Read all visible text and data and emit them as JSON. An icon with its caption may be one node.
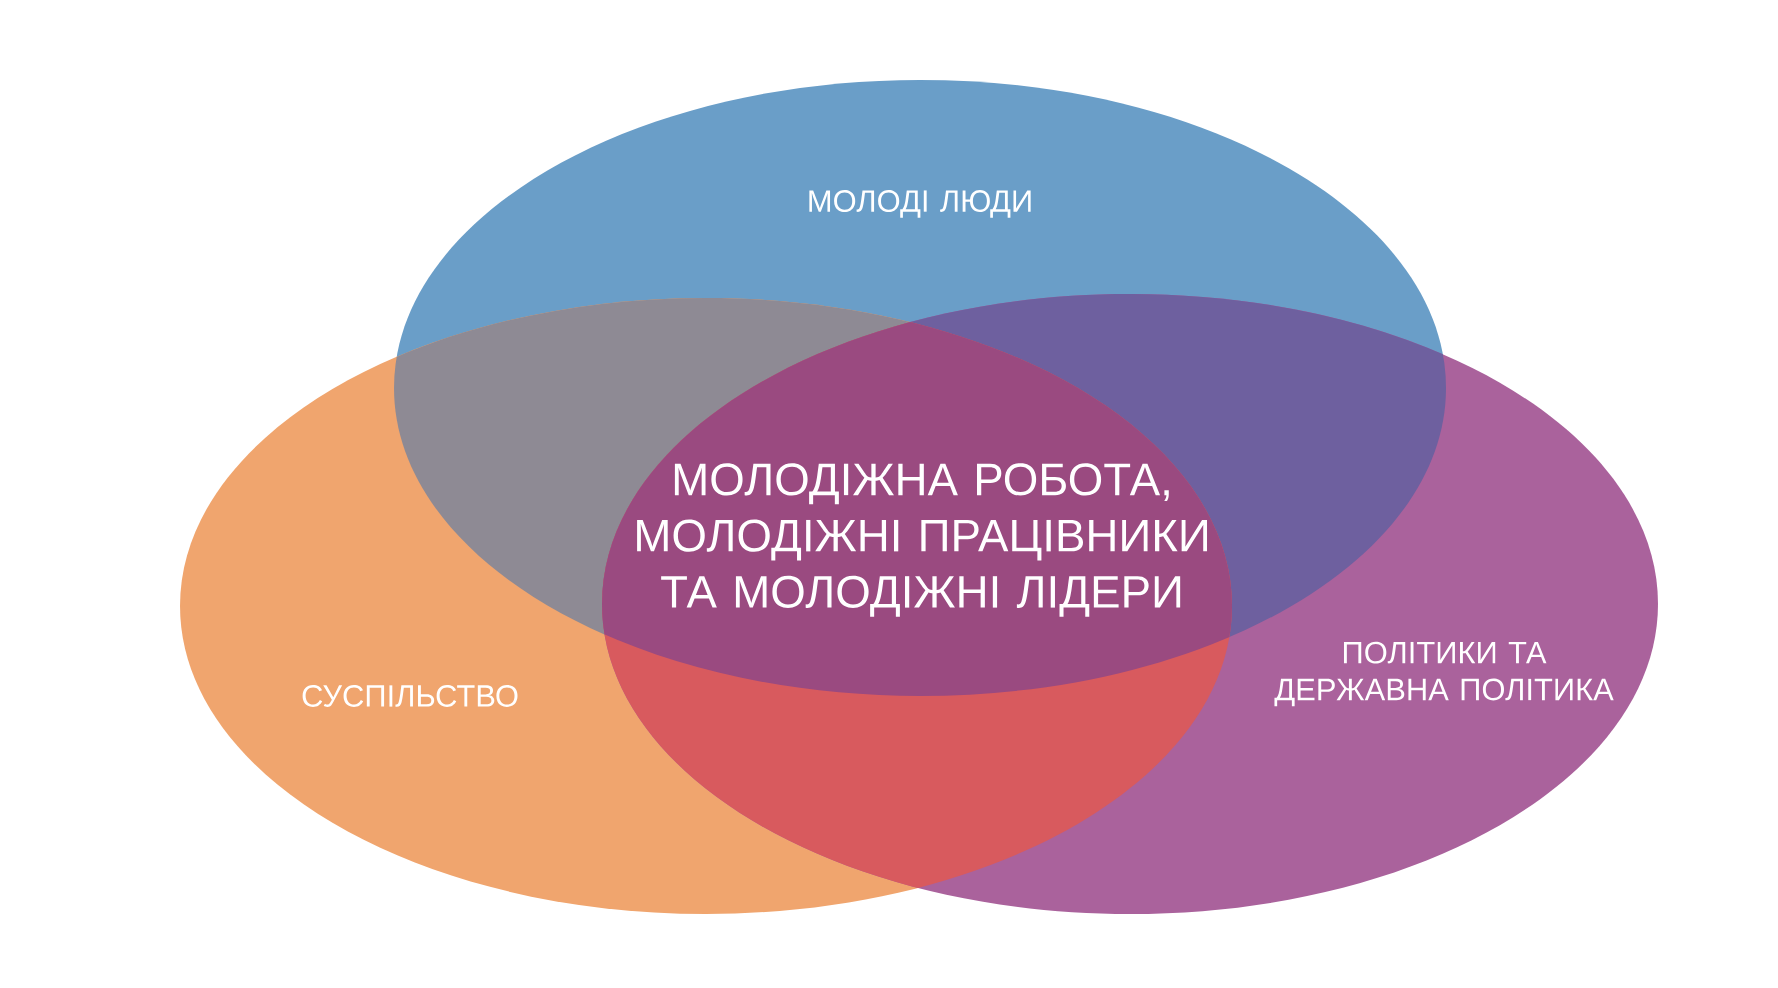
{
  "diagram": {
    "nodes": [
      {
        "text": [
          "МОЛОДІ ЛЮДИ"
        ]
      },
      {
        "text": [
          "СУСПІЛЬСТВО"
        ]
      },
      {
        "text": [
          "ПОЛІТИКИ ТА ДЕРЖАВНА ПОЛІТИКА"
        ]
      }
    ],
    "labels": [
      "МОЛОДІЖНА РОБОТА, МОЛОДІЖНІ ПРАЦІВНИКИ ТА МОЛОДІЖНІ ЛІДЕРИ"
    ]
  }
}
